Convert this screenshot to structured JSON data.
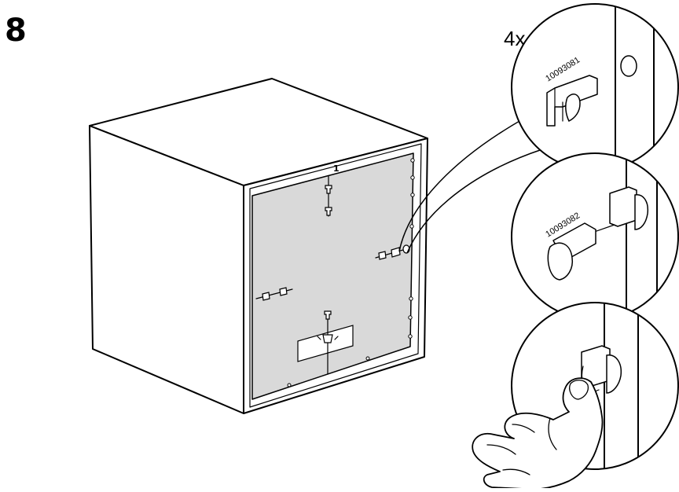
{
  "step": {
    "number": "8"
  },
  "quantity": {
    "label": "4x"
  },
  "parts": [
    {
      "article_number": "10093081"
    },
    {
      "article_number": "10093082"
    }
  ],
  "panel": {
    "marker": "1"
  },
  "colors": {
    "line": "#000000",
    "back_panel": "#d9d9d9",
    "background": "#ffffff"
  }
}
